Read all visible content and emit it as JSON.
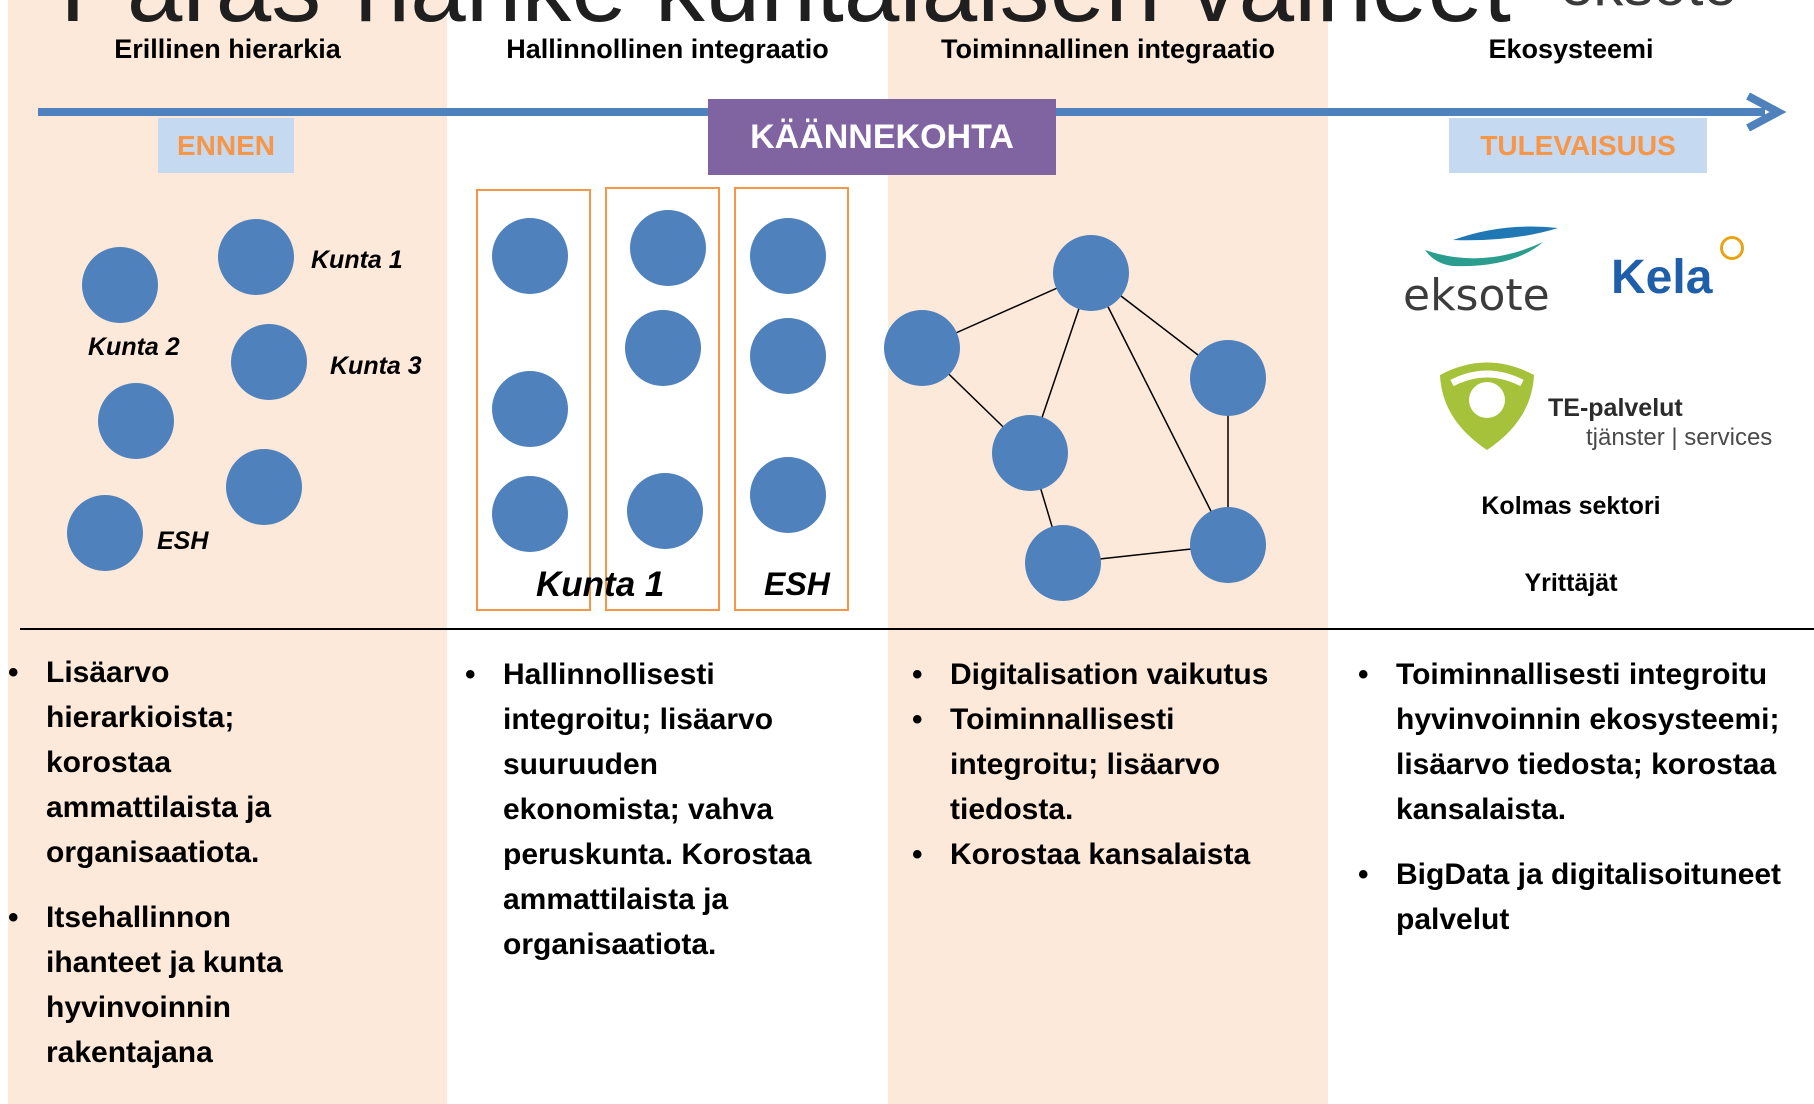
{
  "title_partial": "Paras-hanke kuntalaisen vaiheet",
  "corner_logo_text": "eksote",
  "columns": [
    {
      "header": "Erillinen hierarkia"
    },
    {
      "header": "Hallinnollinen integraatio"
    },
    {
      "header": "Toiminnallinen integraatio"
    },
    {
      "header": "Ekosysteemi"
    }
  ],
  "timeline": {
    "ennen": "ENNEN",
    "kaannekohta": "KÄÄNNEKOHTA",
    "tulevaisuus": "TULEVAISUUS"
  },
  "col1_labels": {
    "kunta1": "Kunta 1",
    "kunta2": "Kunta 2",
    "kunta3": "Kunta 3",
    "esh": "ESH"
  },
  "col2_labels": {
    "kunta1": "Kunta 1",
    "esh": "ESH"
  },
  "col4": {
    "eksote_logo": "eksote",
    "kela_logo": "Kela",
    "te_line1": "TE-palvelut",
    "te_line2": "tjänster | services",
    "kolmas_sektori": "Kolmas sektori",
    "yrittajat": "Yrittäjät"
  },
  "bullets": {
    "col1": [
      "Lisäarvo hierarkioista; korostaa ammattilaista ja organisaatiota.",
      "Itsehallinnon ihanteet ja kunta hyvinvoinnin rakentajana"
    ],
    "col2": [
      "Hallinnollisesti integroitu; lisäarvo suuruuden ekonomista; vahva peruskunta. Korostaa ammattilaista ja organisaatiota."
    ],
    "col3": [
      "Digitalisation vaikutus",
      "Toiminnallisesti integroitu; lisäarvo tiedosta.",
      "Korostaa kansalaista"
    ],
    "col4": [
      "Toiminnallisesti integroitu hyvinvoinnin ekosysteemi; lisäarvo tiedosta; korostaa kansalaista.",
      "BigData ja digitalisoituneet palvelut"
    ]
  },
  "colors": {
    "band": "#fde9d9",
    "node": "#4f81bd",
    "arrow": "#4f81bd",
    "box": "#f79646",
    "purple": "#8064a2",
    "tag_light": "#c5d9f1"
  }
}
